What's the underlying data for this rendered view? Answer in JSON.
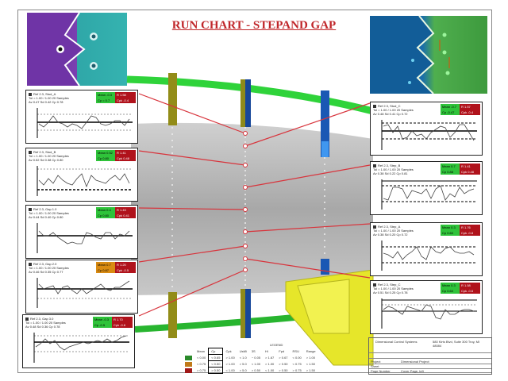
{
  "title": "RUN CHART - STEPAND GAP",
  "colors": {
    "title": "#c0262a",
    "pass": "#2fc33a",
    "warn": "#d98b12",
    "fail": "#b0121b",
    "leader": "#d8343c",
    "rail": "#33cc33",
    "post_olive": "#8f8a1a",
    "post_blue": "#1a4f9a",
    "bracket": "#e8e82a",
    "body_gray": "#a9a9a9"
  },
  "images": {
    "left_label": "step-gap-section-purple-teal",
    "right_label": "step-gap-section-blue-green"
  },
  "charts": [
    {
      "id": "L1",
      "name": "Ref 2.3, Stud_A",
      "line2": "Tol = 1.00 / 1.00  20 Samples",
      "line3": "Av 0.47 Sd 0.42 Cp 0.78",
      "stat_left": "Mean -0.3",
      "stat_left2": "Cp = 0.7",
      "stat_right": "R 1.58",
      "stat_right2": "Cpk -0.4",
      "left_color": "green",
      "ylabels": [
        "1.00",
        "0.5",
        "0.0",
        "-0.5",
        "-1.00"
      ]
    },
    {
      "id": "L2",
      "name": "Ref 2.3, Stud_B",
      "line2": "Tol = 1.00 / 1.00  20 Samples",
      "line3": "Av 0.52 Sd 0.38 Cp 0.80",
      "stat_left": "Mean 0.52",
      "stat_left2": "Cp 0.80",
      "stat_right": "R 1.41",
      "stat_right2": "Cpk 0.48",
      "left_color": "green",
      "ylabels": [
        "1.00",
        "0.50",
        "0.0",
        "-0.50",
        "-1.00"
      ]
    },
    {
      "id": "L3",
      "name": "Ref 2.3, Gap 1.0",
      "line2": "Tol = 1.00 / 1.00  20 Samples",
      "line3": "Av 0.44 Sd 0.40 Cp 0.80",
      "stat_left": "Mean 0.4",
      "stat_left2": "Cp 0.80",
      "stat_right": "R 1.43",
      "stat_right2": "Cpk 0.41",
      "left_color": "green",
      "ylabels": [
        "1.00",
        "0.75",
        "0.00",
        "-0.75",
        "-1.00"
      ]
    },
    {
      "id": "L4",
      "name": "Ref 2.3, Gap 2.0",
      "line2": "Tol = 1.00 / 1.00  20 Samples",
      "line3": "Av 0.46 Sd 0.35 Cp 0.77",
      "stat_left": "Mean 0.7",
      "stat_left2": "Cp 0.87",
      "stat_right": "R 1.20",
      "stat_right2": "Cpk -0.5",
      "left_color": "orange",
      "ylabels": [
        "1.00",
        "0.50",
        "0.00",
        "-0.50",
        "-1.00"
      ]
    },
    {
      "id": "L5",
      "name": "Ref 2.3, Gap 3.0",
      "line2": "Tol = 1.00 / 1.00  20 Samples",
      "line3": "Av 0.48 Sd 0.36 Cp 0.78",
      "stat_left": "Mean -0.3",
      "stat_left2": "Cp -0.5",
      "stat_right": "R 1.70",
      "stat_right2": "Cpk -0.6",
      "left_color": "green",
      "ylabels": [
        "1.00",
        "0.50",
        "0.00",
        "-0.50",
        "-1.00"
      ]
    },
    {
      "id": "R1",
      "name": "Ref 2.3, Stud_C",
      "line2": "Tol = 1.00 / 1.00  20 Samples",
      "line3": "Av 0.48 Sd 0.41 Cp 0.72",
      "stat_left": "Mean -0.7",
      "stat_left2": "Cp -0.47",
      "stat_right": "R 1.57",
      "stat_right2": "Cpk -0.4",
      "left_color": "green",
      "ylabels": [
        "1.00",
        "0.50",
        "0.0",
        "-0.50",
        "-1.00"
      ]
    },
    {
      "id": "R2",
      "name": "Ref 2.3, Step_B",
      "line2": "Tol = 1.00 / 1.00  20 Samples",
      "line3": "Av 0.38 Sd 0.22 Cp 0.81",
      "stat_left": "Mean 0.7",
      "stat_left2": "Cp 0.88",
      "stat_right": "R 1.41",
      "stat_right2": "Cpk 0.48",
      "left_color": "green",
      "ylabels": [
        "1.00",
        "0.75",
        "0.00",
        "-0.75",
        "-1.00"
      ]
    },
    {
      "id": "R3",
      "name": "Ref 2.3, Step_A",
      "line2": "Tol = 1.00 / 1.00  20 Samples",
      "line3": "Av 0.38 Sd 0.20 Cp 0.72",
      "stat_left": "Mean 0.3",
      "stat_left2": "Cp 0.60",
      "stat_right": "R 1.76",
      "stat_right2": "Cpk -0.8",
      "left_color": "green",
      "ylabels": [
        "1.00",
        "0.75",
        "0.00",
        "-0.75",
        "-1.00"
      ]
    },
    {
      "id": "R4",
      "name": "Ref 2.3, Step_C",
      "line2": "Tol = 1.00 / 1.00  20 Samples",
      "line3": "Av 0.51 Sd 0.25 Cp 0.78",
      "stat_left": "Mean 0.3",
      "stat_left2": "Cp 0.60",
      "stat_right": "R 1.58",
      "stat_right2": "Cpk -0.6",
      "left_color": "green",
      "ylabels": [
        "1.00",
        "0.75",
        "0.00",
        "-0.75",
        "-1.00"
      ]
    }
  ],
  "legend": {
    "title": "LEGEND",
    "columns": [
      "Mean",
      "Cp",
      "Cpk",
      "UsMi",
      "3S",
      "Hi",
      "Fpd",
      "RSU",
      "Range"
    ],
    "rows": [
      {
        "color": "#2a8a2a",
        "values": [
          "< 0.00",
          "< 0.65",
          "> 1.00",
          "< 1.0",
          "~ 0.05",
          "> 1.67",
          "> 0.67",
          "< 0.00",
          "> 1.00"
        ]
      },
      {
        "color": "#c07a1a",
        "values": [
          "< 0.75",
          "< 0.50",
          "> 1.00",
          "> 5.0",
          "< 1.00",
          "> 1.00",
          "> 0.50",
          "< 0.75",
          "< 1.50"
        ]
      },
      {
        "color": "#a01818",
        "values": [
          "> 0.75",
          "> 0.50",
          "< 1.00",
          "> 5.0",
          "> 0.50",
          "< 1.00",
          "> 0.50",
          "> 0.75",
          "> 1.50"
        ]
      }
    ]
  },
  "title_block": {
    "company": "Dimensional Control Systems",
    "address": "580 Kirts Blvd, Suite 300 Troy, MI 48084",
    "project_label": "Project",
    "project_value": "Dimensional Project",
    "sheet_label": "Sheet",
    "sheet_value": "",
    "page_label": "Page Number",
    "page_value": "Cover Page, left"
  }
}
